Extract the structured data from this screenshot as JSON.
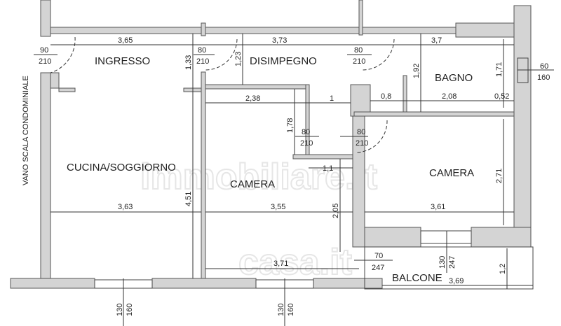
{
  "rooms": {
    "ingresso": "INGRESSO",
    "disimpegno": "DISIMPEGNO",
    "bagno": "BAGNO",
    "cucina": "CUCINA/SOGGIORNO",
    "camera1": "CAMERA",
    "camera2": "CAMERA",
    "balcone": "BALCONE",
    "vano": "VANO SCALA CONDOMINIALE"
  },
  "dimensions": {
    "ingresso_w": "3,65",
    "disimpegno_w": "3,73",
    "bagno_w": "3,7",
    "ingresso_h": "1,33",
    "disimpegno_h": "1,23",
    "bagno_h1": "1,92",
    "bagno_h2": "1,71",
    "camera_top": "2,38",
    "corr": "1",
    "bagno_a": "0,8",
    "bagno_b": "2,08",
    "bagno_c": "0,52",
    "corr_h": "1,78",
    "cam_step": "1,1",
    "cucina_w": "3,63",
    "cucina_h": "4,51",
    "camera1_w": "3,55",
    "camera1_h": "2,05",
    "camera1_w2": "3,71",
    "camera2_w": "3,61",
    "camera2_h": "2,71",
    "balcone_w": "3,69",
    "balcone_h": "1,2"
  },
  "openings": {
    "door_entry": [
      "90",
      "210"
    ],
    "door_ingresso": [
      "80",
      "210"
    ],
    "door_bagno": [
      "80",
      "210"
    ],
    "door_cam1": [
      "80",
      "210"
    ],
    "door_cam2": [
      "80",
      "210"
    ],
    "window_bagno": [
      "60",
      "160"
    ],
    "window_cam2": [
      "130",
      "247"
    ],
    "door_balcone": [
      "70",
      "247"
    ],
    "window_cucina": [
      "130",
      "160"
    ],
    "window_cam1": [
      "130",
      "160"
    ]
  },
  "watermarks": [
    "immobiliare.it",
    "casa.it"
  ]
}
